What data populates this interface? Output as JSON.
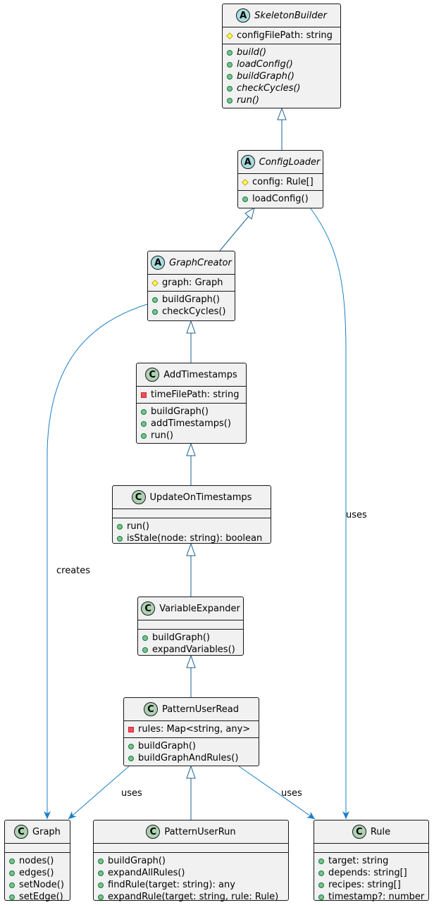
{
  "classes": [
    {
      "name": "SkeletonBuilder",
      "stereotype": "A",
      "abstract": true,
      "fields": [
        {
          "vis": "prot",
          "text": "configFilePath: string"
        }
      ],
      "methods": [
        {
          "vis": "pub",
          "text": "build()",
          "abstract": true
        },
        {
          "vis": "pub",
          "text": "loadConfig()",
          "abstract": true
        },
        {
          "vis": "pub",
          "text": "buildGraph()",
          "abstract": true
        },
        {
          "vis": "pub",
          "text": "checkCycles()",
          "abstract": true
        },
        {
          "vis": "pub",
          "text": "run()",
          "abstract": true
        }
      ]
    },
    {
      "name": "ConfigLoader",
      "stereotype": "A",
      "abstract": true,
      "fields": [
        {
          "vis": "prot",
          "text": "config: Rule[]"
        }
      ],
      "methods": [
        {
          "vis": "pub",
          "text": "loadConfig()"
        }
      ]
    },
    {
      "name": "GraphCreator",
      "stereotype": "A",
      "abstract": true,
      "fields": [
        {
          "vis": "prot",
          "text": "graph: Graph"
        }
      ],
      "methods": [
        {
          "vis": "pub",
          "text": "buildGraph()"
        },
        {
          "vis": "pub",
          "text": "checkCycles()"
        }
      ]
    },
    {
      "name": "AddTimestamps",
      "stereotype": "C",
      "abstract": false,
      "fields": [
        {
          "vis": "priv",
          "text": "timeFilePath: string"
        }
      ],
      "methods": [
        {
          "vis": "pub",
          "text": "buildGraph()"
        },
        {
          "vis": "pub",
          "text": "addTimestamps()"
        },
        {
          "vis": "pub",
          "text": "run()"
        }
      ]
    },
    {
      "name": "UpdateOnTimestamps",
      "stereotype": "C",
      "abstract": false,
      "fields": [],
      "methods": [
        {
          "vis": "pub",
          "text": "run()"
        },
        {
          "vis": "pub",
          "text": "isStale(node: string): boolean"
        }
      ]
    },
    {
      "name": "VariableExpander",
      "stereotype": "C",
      "abstract": false,
      "fields": [],
      "methods": [
        {
          "vis": "pub",
          "text": "buildGraph()"
        },
        {
          "vis": "pub",
          "text": "expandVariables()"
        }
      ]
    },
    {
      "name": "PatternUserRead",
      "stereotype": "C",
      "abstract": false,
      "fields": [
        {
          "vis": "priv",
          "text": "rules: Map<string, any>"
        }
      ],
      "methods": [
        {
          "vis": "pub",
          "text": "buildGraph()"
        },
        {
          "vis": "pub",
          "text": "buildGraphAndRules()"
        }
      ]
    },
    {
      "name": "Graph",
      "stereotype": "C",
      "abstract": false,
      "fields": [],
      "methods": [
        {
          "vis": "pub",
          "text": "nodes()"
        },
        {
          "vis": "pub",
          "text": "edges()"
        },
        {
          "vis": "pub",
          "text": "setNode()"
        },
        {
          "vis": "pub",
          "text": "setEdge()"
        }
      ]
    },
    {
      "name": "PatternUserRun",
      "stereotype": "C",
      "abstract": false,
      "fields": [],
      "methods": [
        {
          "vis": "pub",
          "text": "buildGraph()"
        },
        {
          "vis": "pub",
          "text": "expandAllRules()"
        },
        {
          "vis": "pub",
          "text": "findRule(target: string): any"
        },
        {
          "vis": "pub",
          "text": "expandRule(target: string, rule: Rule)"
        }
      ]
    },
    {
      "name": "Rule",
      "stereotype": "C",
      "abstract": false,
      "fields": [],
      "methods": [
        {
          "vis": "pub",
          "text": "target: string"
        },
        {
          "vis": "pub",
          "text": "depends: string[]"
        },
        {
          "vis": "pub",
          "text": "recipes: string[]"
        },
        {
          "vis": "pub",
          "text": "timestamp?: number"
        }
      ]
    }
  ],
  "edge_labels": {
    "creates": "creates",
    "uses_rule": "uses",
    "uses_graph": "uses",
    "uses_rule2": "uses"
  },
  "colors": {
    "edge": "#1a7fc7",
    "inherit": "#1a5f8f",
    "box_fill": "#f1f1f1",
    "abstract_badge": "#a9dcdf",
    "class_badge": "#add1b2"
  }
}
